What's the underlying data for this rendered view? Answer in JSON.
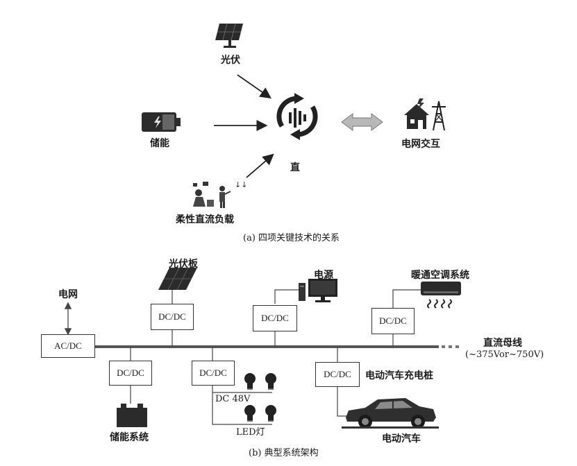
{
  "part_a": {
    "caption": "(a) 四项关键技术的关系",
    "pv_label": "光伏",
    "storage_label": "储能",
    "center_label": "直",
    "flexible_load_label": "柔性直流负载",
    "grid_interaction_label": "电网交互"
  },
  "part_b": {
    "caption": "(b) 典型系统架构",
    "grid_label": "电网",
    "acdc_box": "AC/DC",
    "pv_panel_label": "光伏板",
    "power_supply_label": "电源",
    "hvac_label": "暖通空调系统",
    "dcdc_box": "DC/DC",
    "bus_label": "直流母线",
    "bus_voltage": "(~375Vor~750V)",
    "storage_system_label": "储能系统",
    "dc48v_label": "DC 48V",
    "led_label": "LED灯",
    "ev_charger_label": "电动汽车充电桩",
    "ev_label": "电动汽车"
  }
}
